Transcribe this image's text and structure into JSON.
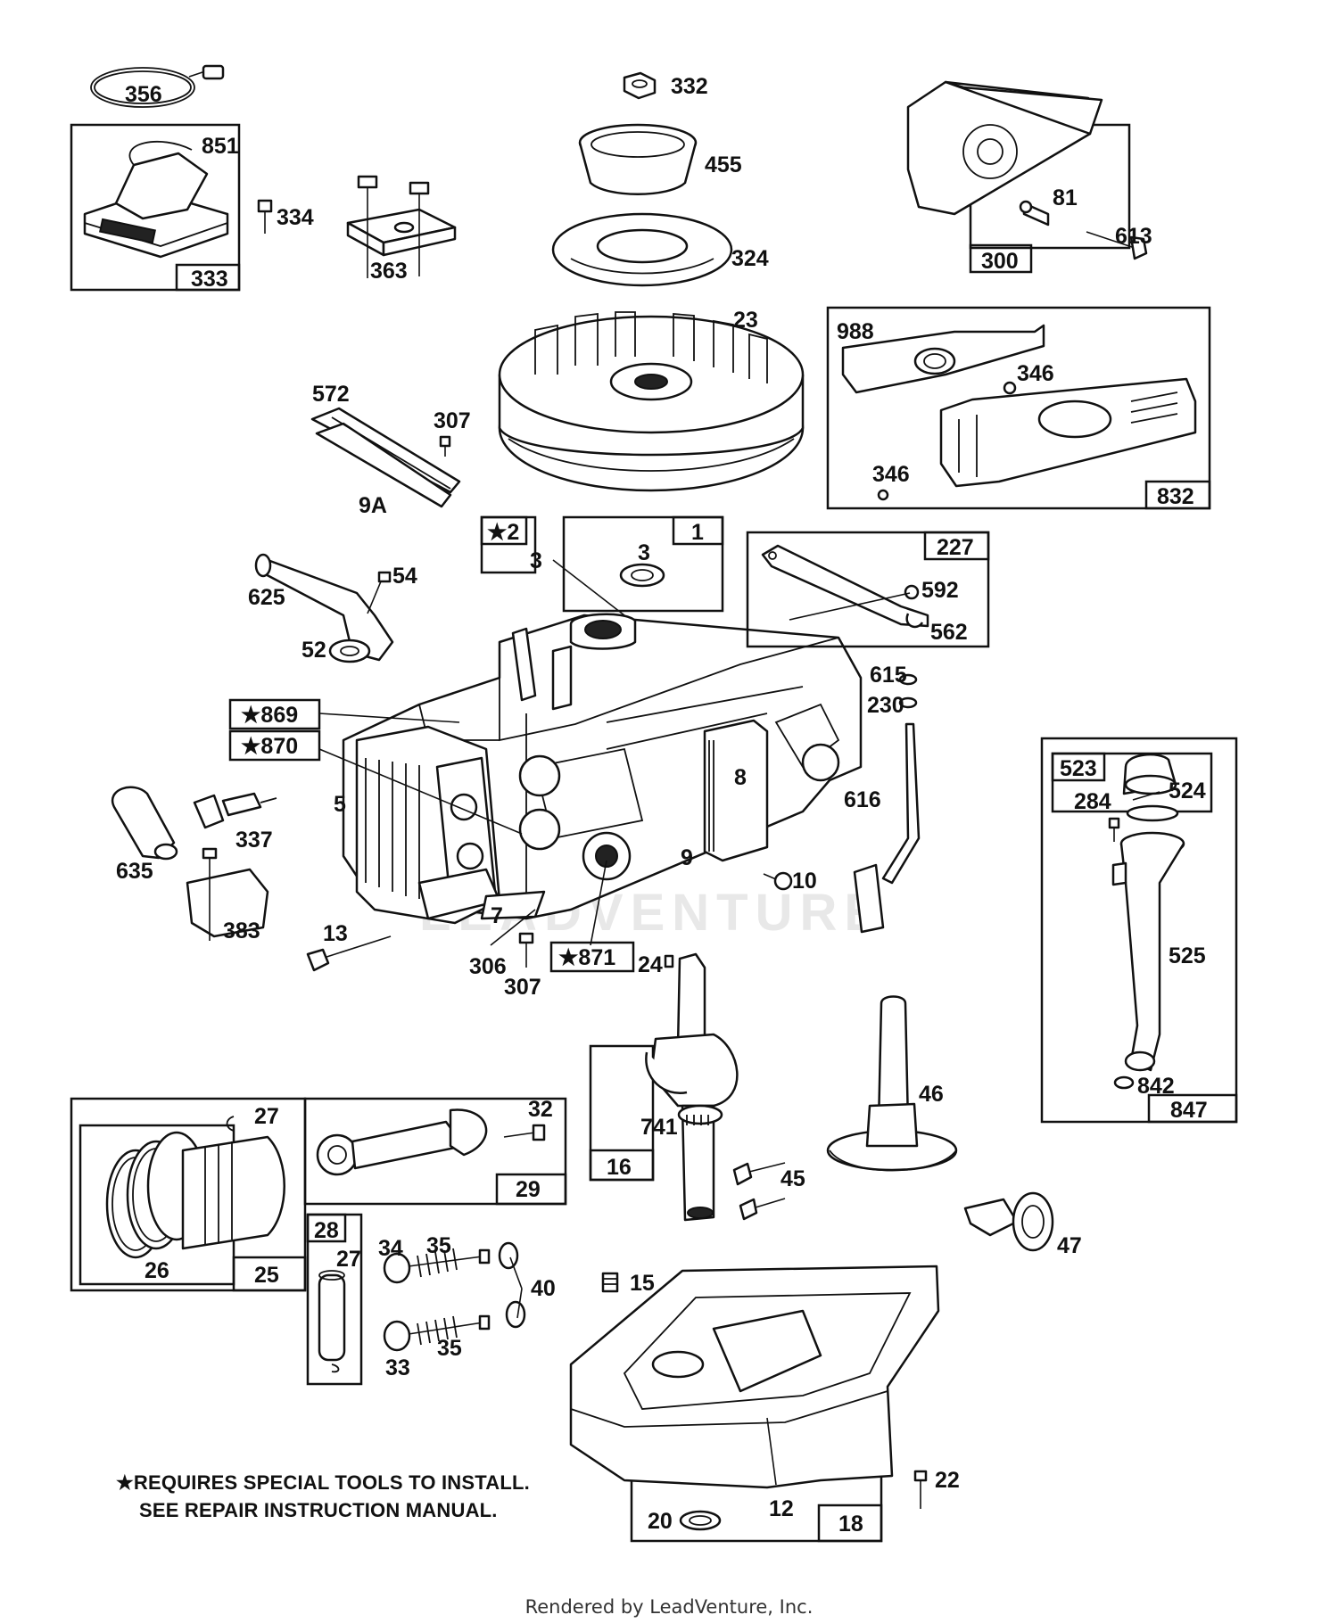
{
  "labels": {
    "l356": "356",
    "l851": "851",
    "l334": "334",
    "l333": "333",
    "l363": "363",
    "l332": "332",
    "l455": "455",
    "l324": "324",
    "l23": "23",
    "l300": "300",
    "l81": "81",
    "l613": "613",
    "l988": "988",
    "l346a": "346",
    "l346b": "346",
    "l832": "832",
    "l572": "572",
    "l307a": "307",
    "l9A": "9A",
    "l2": "★2",
    "l3a": "3",
    "l3b": "3",
    "l1": "1",
    "l227": "227",
    "l592": "592",
    "l562": "562",
    "l625": "625",
    "l54": "54",
    "l52": "52",
    "l615": "615",
    "l230": "230",
    "l869": "★869",
    "l870": "★870",
    "l523": "523",
    "l524": "524",
    "l284": "284",
    "l5": "5",
    "l8": "8",
    "l9": "9",
    "l616": "616",
    "l635": "635",
    "l337": "337",
    "l383": "383",
    "l10": "10",
    "l7": "7",
    "l13": "13",
    "l306": "306",
    "l307b": "307",
    "l871": "★871",
    "l24": "24",
    "l525": "525",
    "l842": "842",
    "l847": "847",
    "l27a": "27",
    "l26": "26",
    "l25": "25",
    "l32": "32",
    "l29": "29",
    "l741": "741",
    "l16": "16",
    "l45": "45",
    "l46": "46",
    "l47": "47",
    "l28": "28",
    "l27b": "27",
    "l34": "34",
    "l35a": "35",
    "l35b": "35",
    "l33": "33",
    "l40": "40",
    "l15": "15",
    "l22": "22",
    "l20": "20",
    "l12": "12",
    "l18": "18"
  },
  "note": {
    "line1": "★REQUIRES SPECIAL TOOLS TO INSTALL.",
    "line2": "SEE REPAIR INSTRUCTION MANUAL."
  },
  "footer": "Rendered by LeadVenture, Inc.",
  "watermark": "LEADVENTURE"
}
